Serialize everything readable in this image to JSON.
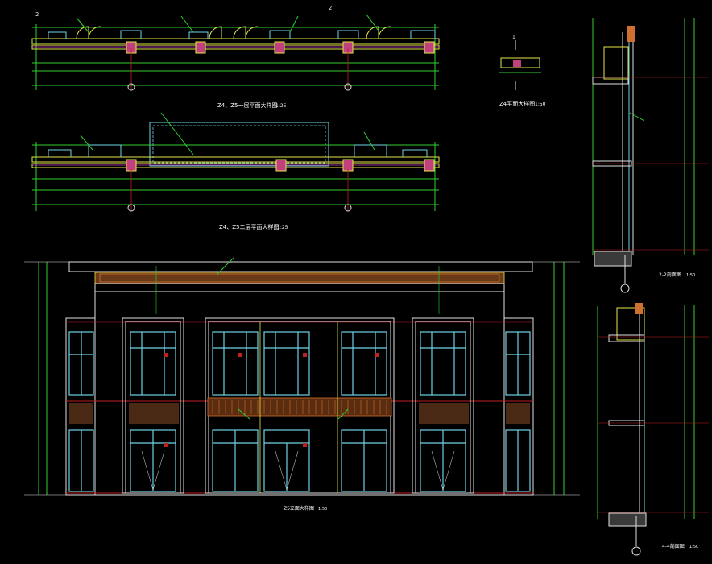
{
  "title_plan1": "Z4、Z5一层平面大样图",
  "scale_plan1": "1:25",
  "title_plan2": "Z4、Z5二层平面大样图",
  "scale_plan2": "1:25",
  "title_detail_small": "Z4平面大样图",
  "scale_detail_small": "1:50",
  "title_elevation": "Z5立面大样图",
  "scale_elevation": "1:50",
  "title_section_2": "2-2剖面图",
  "scale_section_2": "1:50",
  "title_section_4": "4-4剖面图",
  "scale_section_4": "1:50",
  "grid_bubbles": [
    "2",
    "2",
    "1"
  ],
  "colors": {
    "background": "#000000",
    "wall_yellow": "#e6e64a",
    "glass_cyan": "#6fd3e6",
    "dim_green": "#2fd12f",
    "axis_red": "#c02020",
    "column_magenta": "#d040d0",
    "frame_white": "#e0e0e0",
    "fill_orange": "#d07030"
  }
}
